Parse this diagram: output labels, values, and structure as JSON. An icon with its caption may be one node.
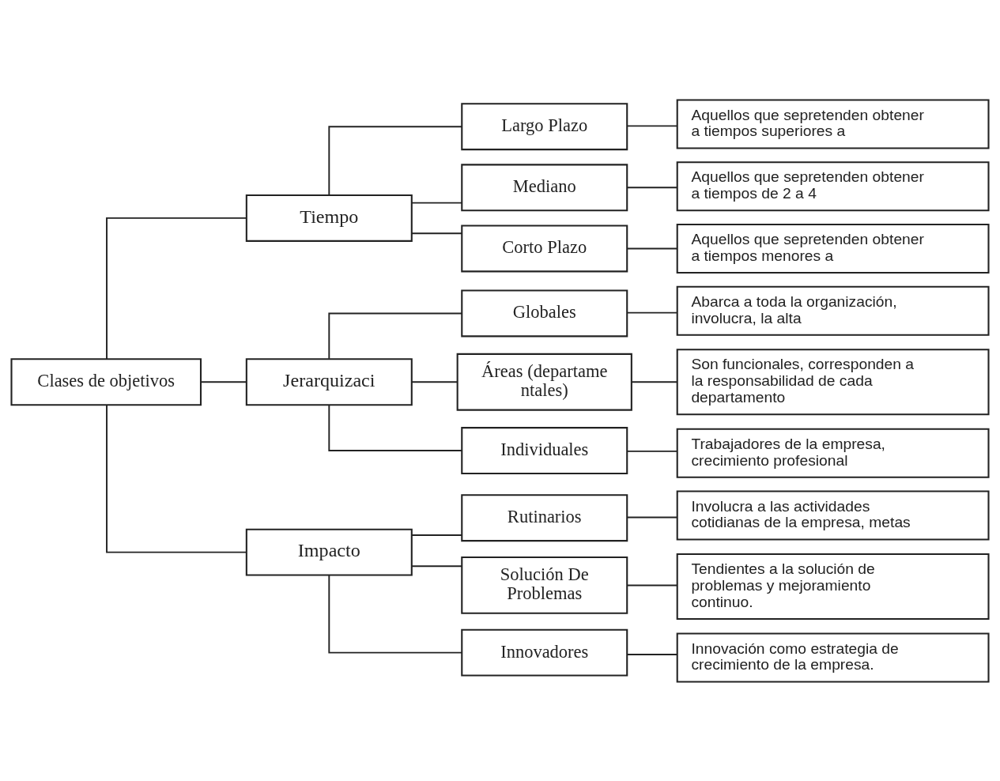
{
  "diagram": {
    "nodes": [
      {
        "text": [
          "Clases de objetivos"
        ]
      },
      {
        "text": [
          "Tiempo"
        ]
      },
      {
        "text": [
          "Jerarquizaci"
        ]
      },
      {
        "text": [
          "Impacto"
        ]
      },
      {
        "text": [
          "Largo Plazo"
        ]
      },
      {
        "text": [
          "Aquellos que sepretenden obtener a tiempos superiores a"
        ]
      },
      {
        "text": [
          "Mediano"
        ]
      },
      {
        "text": [
          "Aquellos que sepretenden obtener a tiempos de 2 a 4"
        ]
      },
      {
        "text": [
          "Corto Plazo"
        ]
      },
      {
        "text": [
          "Aquellos que sepretenden obtener a tiempos menores a"
        ]
      },
      {
        "text": [
          "Globales"
        ]
      },
      {
        "text": [
          "Abarca a toda la organización, involucra, la alta"
        ]
      },
      {
        "text": [
          "Áreas (departamentales)"
        ]
      },
      {
        "text": [
          "Son funcionales, corresponden a la responsabilidad de cada departamento"
        ]
      },
      {
        "text": [
          "Individuales"
        ]
      },
      {
        "text": [
          "Trabajadores de la empresa, crecimiento profesional"
        ]
      },
      {
        "text": [
          "Rutinarios"
        ]
      },
      {
        "text": [
          "Involucra a las actividades cotidianas de la empresa, metas"
        ]
      },
      {
        "text": [
          "Solución De Problemas"
        ]
      },
      {
        "text": [
          "Tendientes a la solución de problemas y mejoramiento continuo."
        ]
      },
      {
        "text": [
          "Innovadores"
        ]
      },
      {
        "text": [
          "Innovación como estrategia de crecimiento de la empresa."
        ]
      }
    ],
    "edges": [
      {
        "from": 0,
        "to": 1,
        "arrow": "none"
      },
      {
        "from": 0,
        "to": 2,
        "arrow": "none"
      },
      {
        "from": 0,
        "to": 3,
        "arrow": "none"
      },
      {
        "from": 1,
        "to": 4,
        "arrow": "none"
      },
      {
        "from": 1,
        "to": 6,
        "arrow": "none"
      },
      {
        "from": 1,
        "to": 8,
        "arrow": "none"
      },
      {
        "from": 4,
        "to": 5,
        "arrow": "none"
      },
      {
        "from": 6,
        "to": 7,
        "arrow": "none"
      },
      {
        "from": 8,
        "to": 9,
        "arrow": "none"
      },
      {
        "from": 2,
        "to": 10,
        "arrow": "none"
      },
      {
        "from": 2,
        "to": 12,
        "arrow": "none"
      },
      {
        "from": 2,
        "to": 14,
        "arrow": "none"
      },
      {
        "from": 10,
        "to": 11,
        "arrow": "none"
      },
      {
        "from": 12,
        "to": 13,
        "arrow": "none"
      },
      {
        "from": 14,
        "to": 15,
        "arrow": "none"
      },
      {
        "from": 3,
        "to": 16,
        "arrow": "none"
      },
      {
        "from": 3,
        "to": 18,
        "arrow": "none"
      },
      {
        "from": 3,
        "to": 20,
        "arrow": "none"
      },
      {
        "from": 16,
        "to": 17,
        "arrow": "none"
      },
      {
        "from": 18,
        "to": 19,
        "arrow": "none"
      },
      {
        "from": 20,
        "to": 21,
        "arrow": "none"
      }
    ]
  }
}
